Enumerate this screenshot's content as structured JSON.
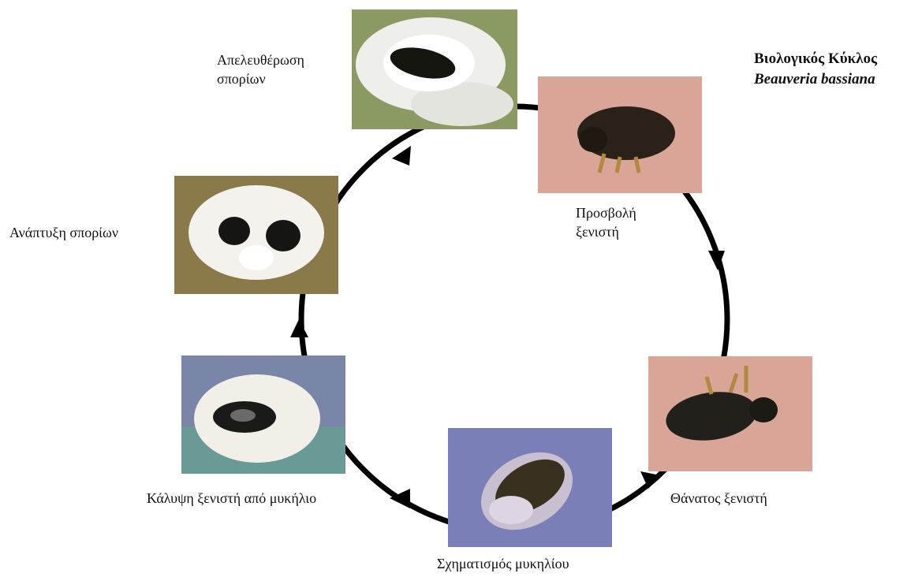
{
  "title": {
    "line1": "Βιολογικός Κύκλος",
    "line2": "Beauveria bassiana"
  },
  "stages": [
    {
      "id": "release",
      "label_lines": [
        "Απελευθέρωση",
        "σπορίων"
      ]
    },
    {
      "id": "attack",
      "label_lines": [
        "Προσβολή",
        "ξενιστή"
      ]
    },
    {
      "id": "death",
      "label_lines": [
        "Θάνατος ξενιστή"
      ]
    },
    {
      "id": "mycelium",
      "label_lines": [
        "Σχηματισμός μυκηλίου"
      ]
    },
    {
      "id": "covering",
      "label_lines": [
        "Κάλυψη ξενιστή από μυκήλιο"
      ]
    },
    {
      "id": "spores",
      "label_lines": [
        "Ανάπτυξη σπορίων"
      ]
    }
  ],
  "colors": {
    "cycle_line": "#000000",
    "bg_green": "#8a9a62",
    "bg_pink": "#d8a596",
    "bg_purple": "#7a7fb8",
    "bg_teal": "#6a9a96",
    "bg_olive": "#8a7a4a"
  },
  "cycle_direction": "clockwise"
}
